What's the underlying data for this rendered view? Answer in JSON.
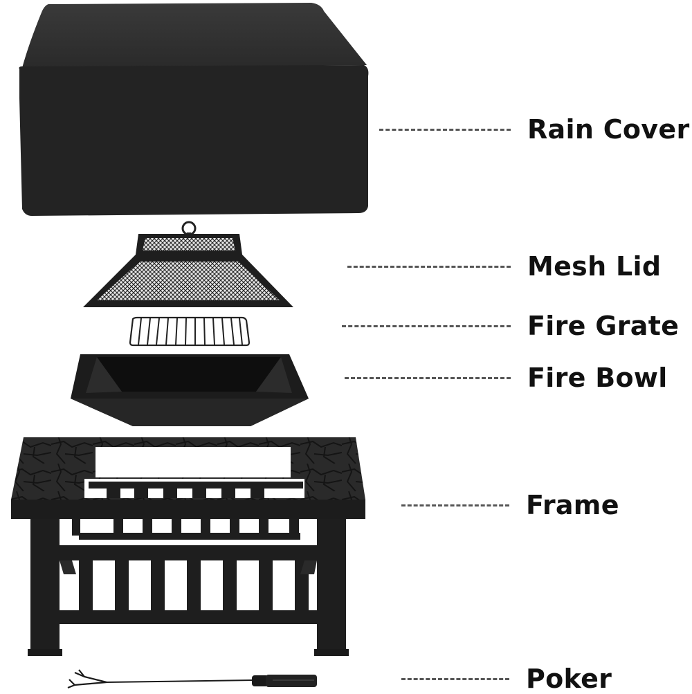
{
  "diagram": {
    "title": "Fire Pit Exploded Parts Diagram",
    "parts": [
      {
        "id": "rain-cover",
        "label": "Rain Cover"
      },
      {
        "id": "mesh-lid",
        "label": "Mesh Lid"
      },
      {
        "id": "fire-grate",
        "label": "Fire Grate"
      },
      {
        "id": "fire-bowl",
        "label": "Fire Bowl"
      },
      {
        "id": "frame",
        "label": "Frame"
      },
      {
        "id": "poker",
        "label": "Poker"
      }
    ]
  },
  "colors": {
    "background": "#ffffff",
    "part_fill": "#1e1e1e",
    "leader_line": "#555555",
    "label_text": "#111111"
  }
}
